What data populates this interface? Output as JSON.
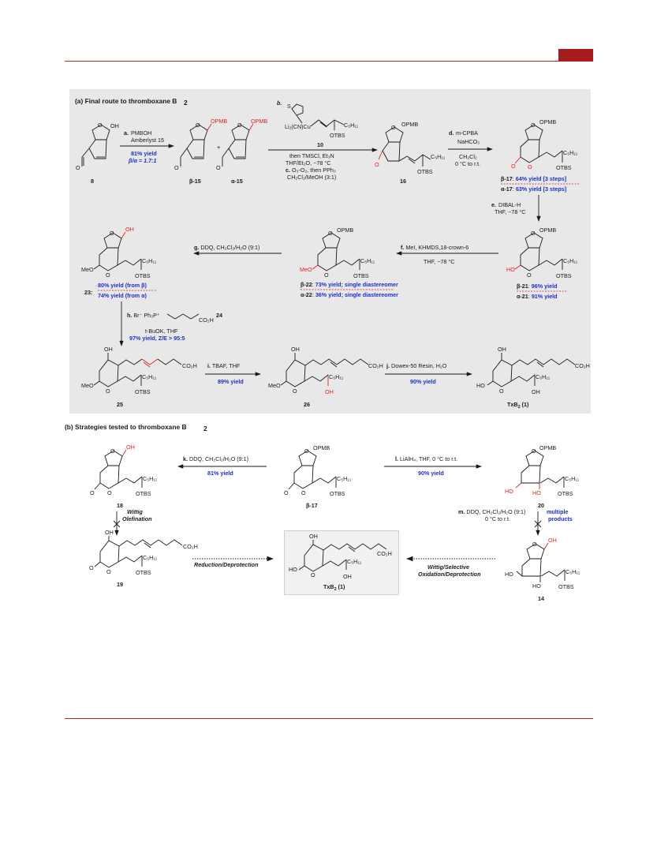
{
  "section_a_title": "(a) Final route to thromboxane B",
  "section_b_title": "(b) Strategies tested to thromboxane B",
  "compounds": {
    "c8": "8",
    "b15": "β-15",
    "a15": "α-15",
    "c10": "10",
    "c16": "16",
    "c17_b": "β-17",
    "c17_a": "α-17",
    "c21_b": "β-21",
    "c21_a": "α-21",
    "c22_b": "β-22",
    "c22_a": "α-22",
    "c23": "23:",
    "c24": "24",
    "c25": "25",
    "c26": "26",
    "txb2": "TxB",
    "txb2_suffix": " (1)",
    "c18": "18",
    "c19": "19",
    "c20": "20",
    "c14": "14"
  },
  "groups": {
    "OH": "OH",
    "OPMB": "OPMB",
    "O": "O",
    "OTBS": "OTBS",
    "C5H11": "C₅H₁₁",
    "MeO": "MeO",
    "HO": "HO",
    "CO2H": "CO₂H",
    "S": "S",
    "cuprate": "Li₂(CN)Cu",
    "plus": "+",
    "wittig_reagent": "Br⁻ Ph₃P⁺",
    "CO2H_24": "CO₂H"
  },
  "steps": {
    "a_label": "a.",
    "a_reagent": "PMBOH",
    "a_reagent2": "Amberlyst 15",
    "a_yield": "81% yield",
    "a_ratio": "β/α = 1.7:1",
    "b_label": "b.",
    "b_then": "then TMSCl, Et₃N",
    "b_cond": "THF/Et₂O, −78 °C",
    "c_label": "c.",
    "c_reagent": "O₃-O₂, then PPh₃",
    "c_solvent": "CH₂Cl₂/MeOH (3:1)",
    "d_label": "d.",
    "d_reagent": "m-CPBA",
    "d_reagent2": "NaHCO₃",
    "d_solvent": "CH₂Cl₂",
    "d_temp": "0 °C to r.t.",
    "d_yield_b": "64% yield [3 steps]",
    "d_yield_a": "63% yield [3 steps]",
    "e_label": "e.",
    "e_reagent": "DIBAL-H",
    "e_cond": "THF, −78 °C",
    "e_yield_b": "96% yield",
    "e_yield_a": "91% yield",
    "f_label": "f.",
    "f_reagent": "MeI, KHMDS,18-crown-6",
    "f_cond": "THF, −78 °C",
    "f_yield_b": "73% yield; single diastereomer",
    "f_yield_a": "36% yield; single diastereomer",
    "g_label": "g.",
    "g_reagent": "DDQ, CH₂Cl₂/H₂O (9:1)",
    "g_yield_b": "80% yield (from β)",
    "g_yield_a": "74% yield (from α)",
    "h_label": "h.",
    "h_base": "t-BuOK, THF",
    "h_yield": "97% yield, Z/E > 95:5",
    "i_label": "i.",
    "i_reagent": "TBAF, THF",
    "i_yield": "89% yield",
    "j_label": "j.",
    "j_reagent": "Dowex-50 Resin, H₂O",
    "j_yield": "90% yield",
    "k_label": "k.",
    "k_reagent": "DDQ, CH₂Cl₂/H₂O (9:1)",
    "k_yield": "81% yield",
    "l_label": "l.",
    "l_reagent": "LiAlH₄, THF, 0 °C to r.t.",
    "l_yield": "90% yield",
    "m_label": "m.",
    "m_reagent": "DDQ, CH₂Cl₂/H₂O (9:1)",
    "m_temp": "0 °C to r.t.",
    "m_result": "multiple",
    "m_result2": "products",
    "wittig_label": "Wittig",
    "wittig_label2": "Olefination",
    "reduction_label": "Reduction/Deprotection",
    "wittig_sel_label": "Wittig/Selective",
    "wittig_sel_label2": "Oxidation/Deprotection"
  },
  "colors": {
    "accent_red": "#a51c1c",
    "yield_blue": "#1c2fd1",
    "highlight_red": "#e0201c"
  }
}
